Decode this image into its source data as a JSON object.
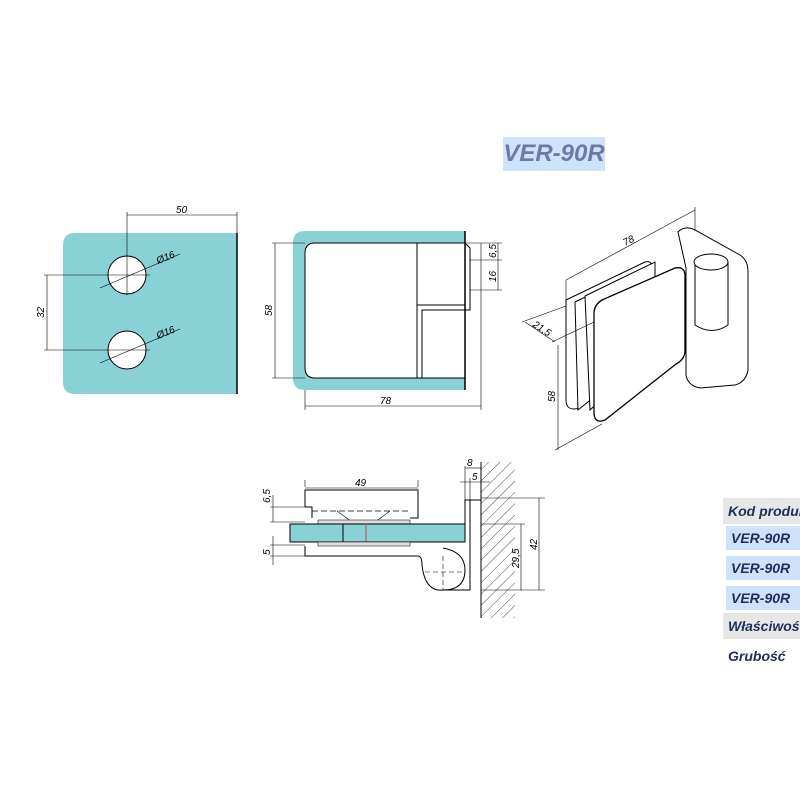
{
  "title": "VER-90R",
  "colors": {
    "glass": "#8ad1d6",
    "title_bg": "#cfe2fb",
    "title_text": "#6b7ba6",
    "table_text": "#1f2f5a"
  },
  "front_view": {
    "width": "50",
    "hole_spacing": "32",
    "hole1": "Ø16",
    "hole2": "Ø16"
  },
  "side_view": {
    "height": "58",
    "length": "78",
    "top_gap": "6,5",
    "offset": "16"
  },
  "iso_view": {
    "length": "78",
    "thickness": "21,5",
    "height": "58"
  },
  "section_view": {
    "plate_length": "49",
    "top_thickness": "6,5",
    "bottom_thickness": "5",
    "wall_offset_outer": "8",
    "wall_offset_inner": "5",
    "height_inner": "29,5",
    "height_total": "42"
  },
  "table": {
    "rows": [
      {
        "label": "Kod produktu",
        "style": "gray"
      },
      {
        "label": "VER-90R",
        "style": "blue"
      },
      {
        "label": "VER-90R",
        "style": "blue"
      },
      {
        "label": "VER-90R",
        "style": "blue"
      },
      {
        "label": "Właściwości",
        "style": "gray"
      },
      {
        "label": "Grubość",
        "style": "plain"
      }
    ]
  }
}
